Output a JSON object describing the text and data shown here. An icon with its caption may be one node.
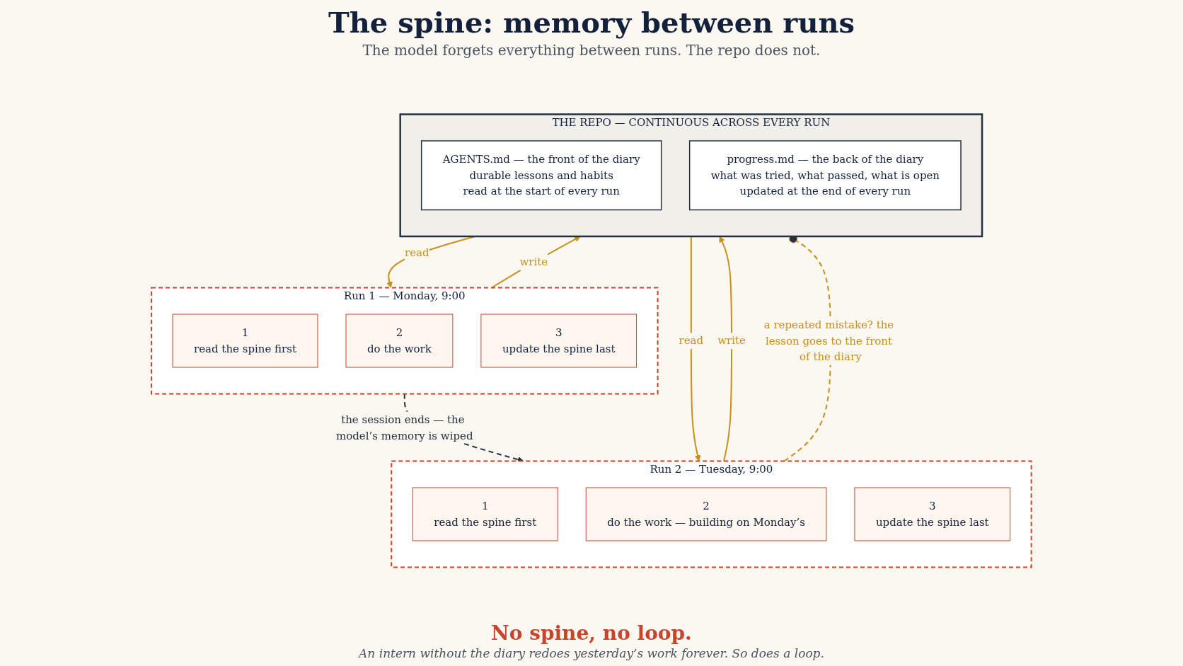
{
  "diagram": {
    "title": "The spine: memory between runs",
    "nodes": [
      {
        "text": [
          "Run 1 — Monday, 9:00"
        ]
      },
      {
        "text": [
          "1",
          "read the spine first"
        ],
        "in": 0
      },
      {
        "text": [
          "2",
          "do the work"
        ],
        "in": 0
      },
      {
        "text": [
          "3",
          "update the spine last"
        ],
        "in": 0
      },
      {
        "text": [
          "Run 2 — Tuesday, 9:00"
        ]
      },
      {
        "text": [
          "1",
          "read the spine first"
        ],
        "in": 4
      },
      {
        "text": [
          "2",
          "do the work — building on Monday’s"
        ],
        "in": 4
      },
      {
        "text": [
          "3",
          "update the spine last"
        ],
        "in": 4
      },
      {
        "text": [
          "THE REPO — CONTINUOUS ACROSS EVERY RUN"
        ]
      },
      {
        "text": [
          "AGENTS.md — the front of the diary",
          "durable lessons and habits",
          "read at the start of every run"
        ],
        "in": 8
      },
      {
        "text": [
          "progress.md — the back of the diary",
          "what was tried, what passed, what is open",
          "updated at the end of every run"
        ],
        "in": 8
      }
    ],
    "edges": [
      {
        "from": 0,
        "to": 4,
        "arrow": "to",
        "style": "dashed",
        "color": "#22303f",
        "label": "the session ends — the model’s memory is wiped"
      },
      {
        "from": 8,
        "to": 0,
        "arrow": "to",
        "label": "read",
        "color": "#c8901a"
      },
      {
        "from": 0,
        "to": 8,
        "arrow": "to",
        "label": "write",
        "color": "#c8901a"
      },
      {
        "from": 8,
        "to": 4,
        "arrow": "to",
        "label": "read",
        "color": "#c8901a"
      },
      {
        "from": 4,
        "to": 8,
        "arrow": "to",
        "label": "write",
        "color": "#c8901a"
      },
      {
        "from": 4,
        "to": 8,
        "arrow": "other",
        "style": "dashed",
        "color": "#c8901a",
        "label": "a repeated mistake? the lesson goes to the front of the diary"
      }
    ],
    "labels": [
      "The model forgets everything between runs. The repo does not.",
      "No spine, no loop.",
      "An intern without the diary redoes yesterday’s work forever. So does a loop."
    ]
  }
}
